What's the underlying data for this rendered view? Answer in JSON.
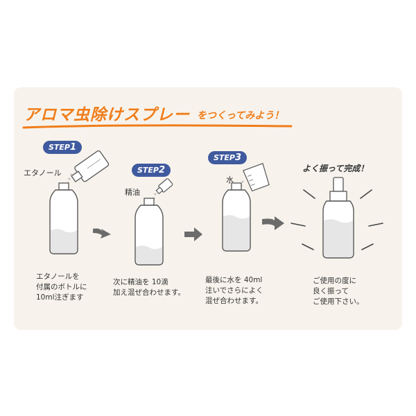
{
  "title": {
    "main": "アロマ虫除けスプレー",
    "sub": "をつくってみよう！"
  },
  "steps": [
    {
      "badge_text": "STEP",
      "badge_num": "1",
      "ingredient": "エタノール",
      "desc": [
        "エタノールを",
        "付属のボトルに",
        "10ml注ぎます"
      ]
    },
    {
      "badge_text": "STEP",
      "badge_num": "2",
      "ingredient": "精油",
      "desc": [
        "次に精油を 10滴",
        "加え混ぜ合わせます。"
      ]
    },
    {
      "badge_text": "STEP",
      "badge_num": "3",
      "ingredient": "水",
      "desc": [
        "最後に水を 40ml",
        "注いでさらによく",
        "混ぜ合わせます。"
      ]
    }
  ],
  "final": {
    "heading": "よく振って完成！",
    "desc": [
      "ご使用の度に",
      "良く振って",
      "ご使用下さい。"
    ]
  },
  "colors": {
    "accent": "#f07d1a",
    "badge": "#3f5a9e",
    "panel": "#f7f3ec",
    "arrow": "#6b6b6b"
  }
}
